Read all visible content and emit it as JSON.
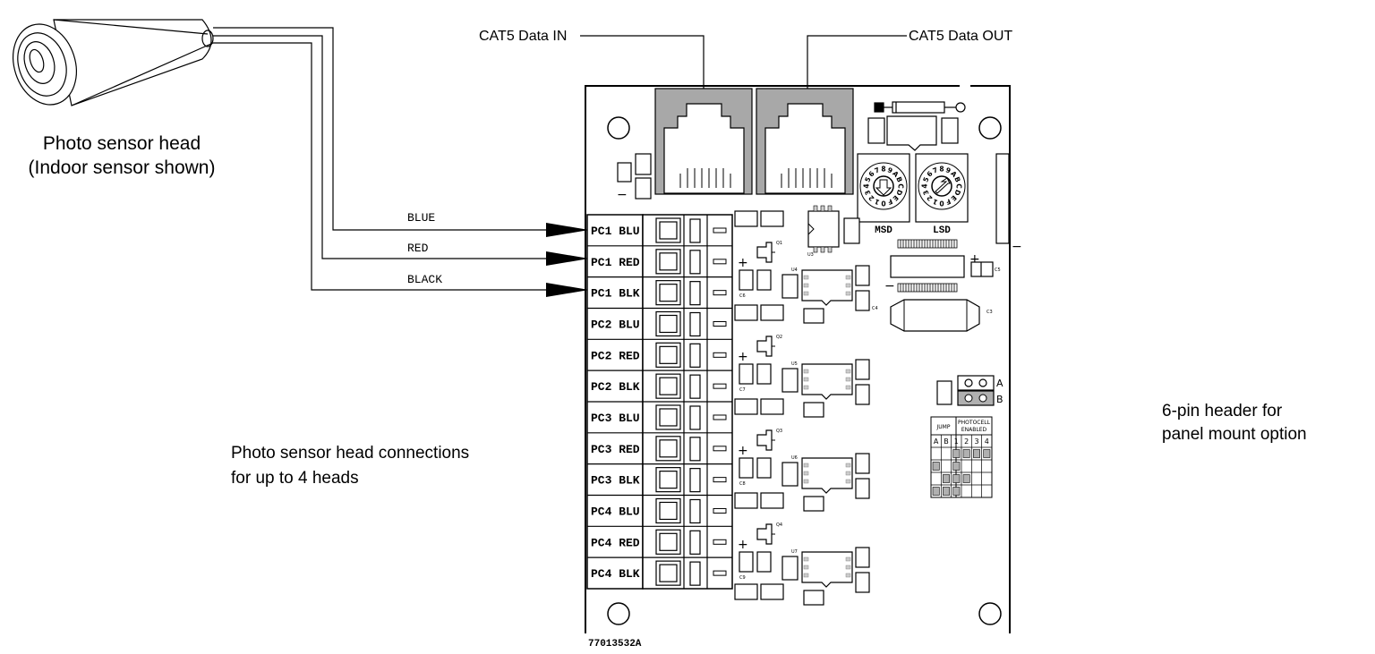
{
  "sensor": {
    "title": "Photo sensor head",
    "subtitle": "(Indoor sensor shown)"
  },
  "cat5": {
    "in_label": "CAT5 Data IN",
    "out_label": "CAT5 Data OUT"
  },
  "wires": [
    "BLUE",
    "RED",
    "BLACK"
  ],
  "terminals": [
    "PC1 BLU",
    "PC1 RED",
    "PC1 BLK",
    "PC2 BLU",
    "PC2 RED",
    "PC2 BLK",
    "PC3 BLU",
    "PC3 RED",
    "PC3 BLK",
    "PC4 BLU",
    "PC4 RED",
    "PC4 BLK"
  ],
  "connections_note": {
    "line1": "Photo sensor head connections",
    "line2": "for up to 4 heads"
  },
  "header_note": {
    "line1": "6-pin header for",
    "line2": "panel mount option"
  },
  "switches": {
    "msd_label": "MSD",
    "lsd_label": "LSD",
    "hex_digits": [
      "0",
      "1",
      "2",
      "3",
      "4",
      "5",
      "6",
      "7",
      "8",
      "9",
      "A",
      "B",
      "C",
      "D",
      "E",
      "F"
    ]
  },
  "jumper": {
    "a_label": "A",
    "b_label": "B"
  },
  "jump_table": {
    "col1_header": "JUMP",
    "col2_header_line1": "PHOTOCELL",
    "col2_header_line2": "ENABLED",
    "subheaders": [
      "A",
      "B",
      "1",
      "2",
      "3",
      "4"
    ]
  },
  "components": {
    "regulators": [
      "Q1",
      "Q2",
      "Q3",
      "Q4"
    ],
    "caps": [
      "C6",
      "C7",
      "C8",
      "C9"
    ],
    "chips": [
      "U4",
      "U5",
      "U6",
      "U7"
    ],
    "u3": "U3",
    "c3": "C3",
    "c4": "C4",
    "c5": "C5",
    "plus": "+",
    "minus": "−"
  },
  "part_number": "77013532A"
}
